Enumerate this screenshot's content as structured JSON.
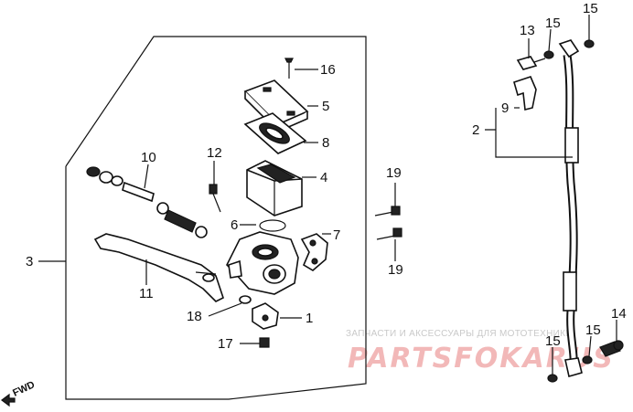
{
  "labels": {
    "l1": "1",
    "l2": "2",
    "l3": "3",
    "l4": "4",
    "l5": "5",
    "l6": "6",
    "l7": "7",
    "l8": "8",
    "l9": "9",
    "l10": "10",
    "l11": "11",
    "l12": "12",
    "l13": "13",
    "l14": "14",
    "l15a": "15",
    "l15b": "15",
    "l15c": "15",
    "l15d": "15",
    "l16": "16",
    "l17": "17",
    "l18": "18",
    "l19a": "19",
    "l19b": "19"
  },
  "watermark": {
    "caption": "ЗАПЧАСТИ И АКСЕССУАРЫ ДЛЯ МОТОТЕХНИКИ",
    "logo": "PARTSFOKARUS"
  },
  "fwd_label": "FWD",
  "colors": {
    "ink": "#111111",
    "watermark_logo": "#f2b8b8",
    "watermark_text": "#c9c9c9"
  }
}
